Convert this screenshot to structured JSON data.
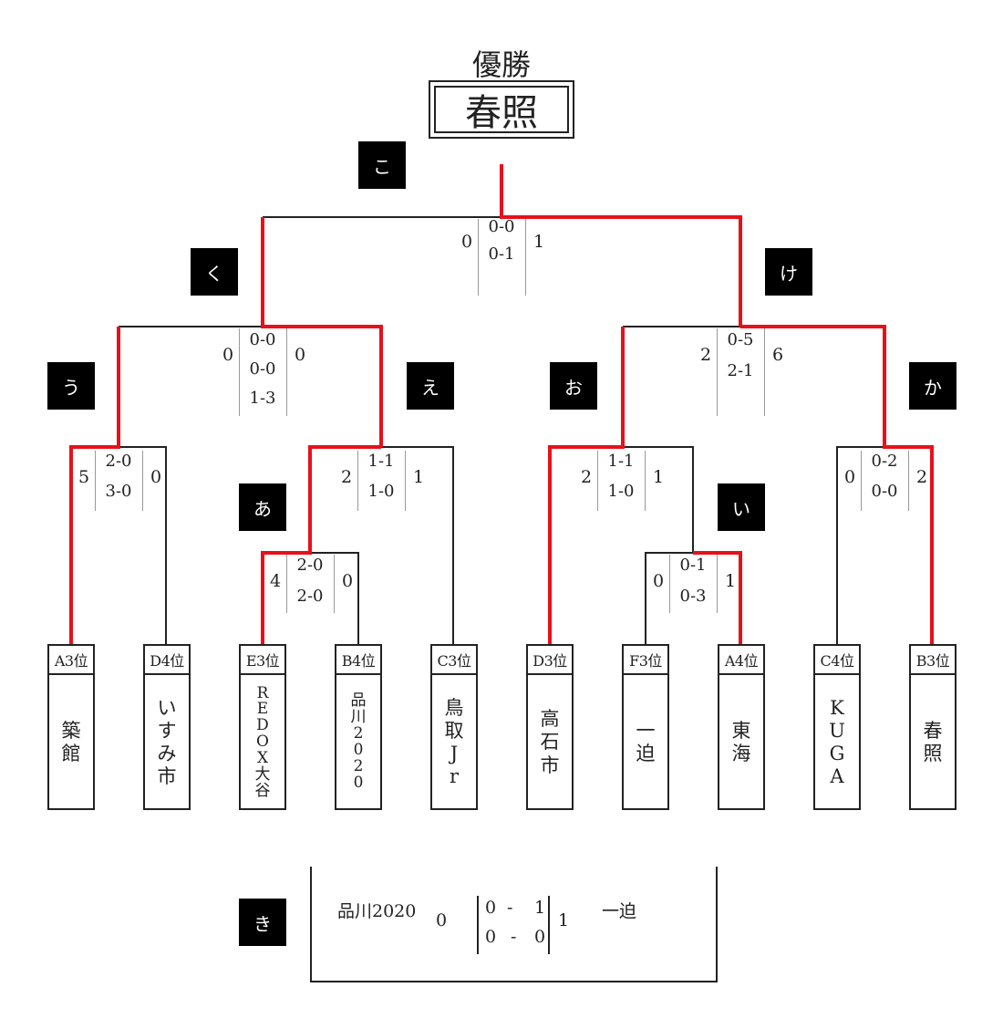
{
  "champion": {
    "heading": "優勝",
    "name": "春照"
  },
  "teams": [
    {
      "seed": "A3位",
      "name": [
        "築",
        "館"
      ]
    },
    {
      "seed": "D4位",
      "name": [
        "い",
        "す",
        "み",
        "市"
      ]
    },
    {
      "seed": "E3位",
      "name": [
        "R",
        "E",
        "D",
        "O",
        "X",
        "大",
        "谷"
      ]
    },
    {
      "seed": "B4位",
      "name": [
        "品",
        "川",
        "2",
        "0",
        "2",
        "0"
      ]
    },
    {
      "seed": "C3位",
      "name": [
        "鳥",
        "取",
        "J",
        "r"
      ]
    },
    {
      "seed": "D3位",
      "name": [
        "高",
        "石",
        "市"
      ]
    },
    {
      "seed": "F3位",
      "name": [
        "一",
        "迫"
      ]
    },
    {
      "seed": "A4位",
      "name": [
        "東",
        "海"
      ]
    },
    {
      "seed": "C4位",
      "name": [
        "K",
        "U",
        "G",
        "A"
      ]
    },
    {
      "seed": "B3位",
      "name": [
        "春",
        "照"
      ]
    }
  ],
  "match_labels": {
    "a": "あ",
    "i": "い",
    "u": "う",
    "e": "え",
    "o": "お",
    "ka": "か",
    "ki": "き",
    "ku": "く",
    "ke": "け",
    "ko": "こ"
  },
  "matches": {
    "a": {
      "left": "4",
      "right": "0",
      "halves": [
        "2-0",
        "2-0"
      ]
    },
    "i": {
      "left": "0",
      "right": "1",
      "halves": [
        "0-1",
        "0-3"
      ]
    },
    "u": {
      "left": "5",
      "right": "0",
      "halves": [
        "2-0",
        "3-0"
      ]
    },
    "e": {
      "left": "2",
      "right": "1",
      "halves": [
        "1-1",
        "1-0"
      ]
    },
    "o": {
      "left": "2",
      "right": "1",
      "halves": [
        "1-1",
        "1-0"
      ]
    },
    "ka": {
      "left": "0",
      "right": "2",
      "halves": [
        "0-2",
        "0-0"
      ]
    },
    "ku": {
      "left": "0",
      "right": "0",
      "halves": [
        "0-0",
        "0-0",
        "1-3"
      ]
    },
    "ke": {
      "left": "2",
      "right": "6",
      "halves": [
        "0-5",
        "2-1"
      ]
    },
    "ko": {
      "left": "0",
      "right": "1",
      "halves": [
        "0-0",
        "0-1"
      ]
    }
  },
  "third_place": {
    "left_team": "品川2020",
    "right_team": "一迫",
    "left_score": "0",
    "right_score": "1",
    "row1": [
      "0",
      "-",
      "1"
    ],
    "row2": [
      "0",
      "-",
      "0"
    ]
  },
  "colors": {
    "winner_line": "#e8101a",
    "line": "#222222",
    "label_bg": "#000000"
  }
}
